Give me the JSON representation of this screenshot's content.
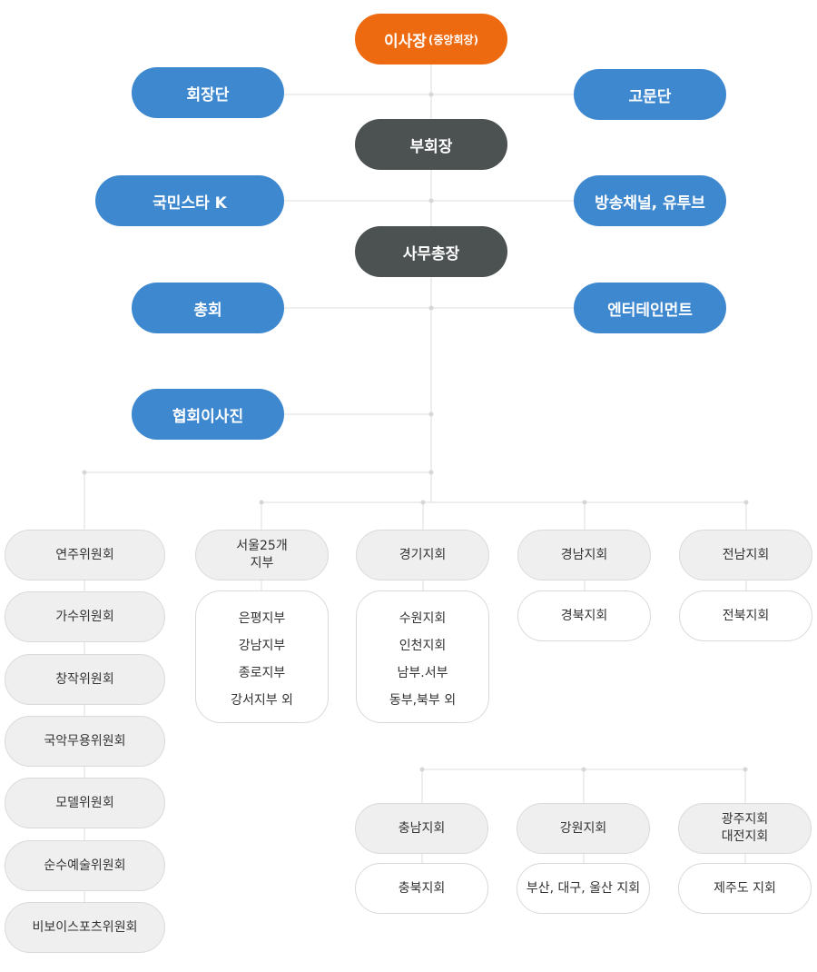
{
  "top": {
    "title": "이사장",
    "sub": "(중앙회장)"
  },
  "level1": {
    "left": "회장단",
    "center": "부회장",
    "right": "고문단"
  },
  "level2": {
    "left": "국민스타 K",
    "center": "사무총장",
    "right": "방송채널, 유투브"
  },
  "level3": {
    "left": "총회",
    "right": "엔터테인먼트"
  },
  "level4": {
    "left": "협회이사진"
  },
  "committees": [
    "연주위원회",
    "가수위원회",
    "창작위원회",
    "국악무용위원회",
    "모델위원회",
    "순수예술위원회",
    "비보이스포츠위원회"
  ],
  "branches_row1": [
    {
      "name": "서울25개\n지부",
      "subs": [
        "은평지부",
        "강남지부",
        "종로지부",
        "강서지부 외"
      ]
    },
    {
      "name": "경기지회",
      "subs": [
        "수원지회",
        "인천지회",
        "남부.서부",
        "동부,북부 외"
      ]
    },
    {
      "name": "경남지회",
      "subs": [
        "경북지회"
      ]
    },
    {
      "name": "전남지회",
      "subs": [
        "전북지회"
      ]
    }
  ],
  "branches_row2": [
    {
      "name": "충남지회",
      "sub": "충북지회"
    },
    {
      "name": "강원지회",
      "sub": "부산, 대구, 울산 지회"
    },
    {
      "name": "광주지회\n대전지회",
      "sub": "제주도 지회"
    }
  ],
  "colors": {
    "top": "#ee6a10",
    "blue": "#3d88cf",
    "dark": "#4c5152",
    "line": "#d9d9d9"
  }
}
